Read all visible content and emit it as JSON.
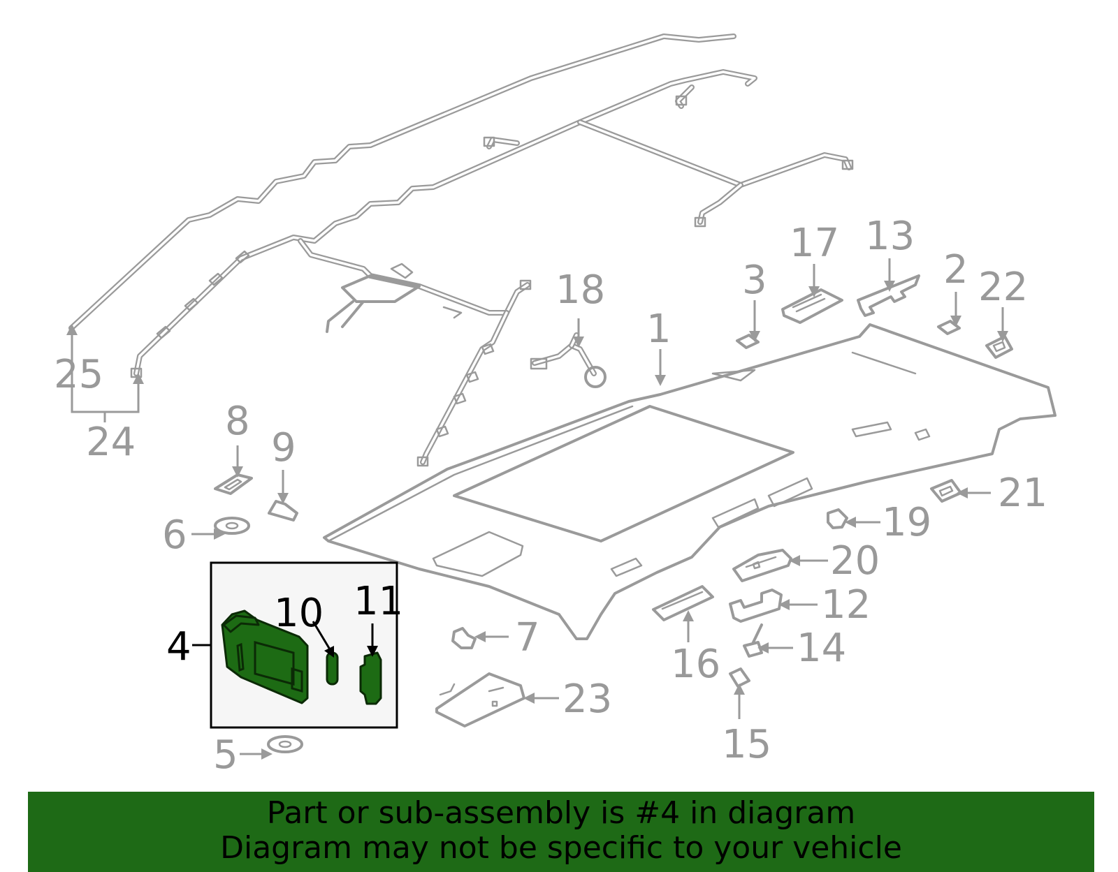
{
  "callouts": {
    "c1": "1",
    "c2": "2",
    "c3": "3",
    "c4": "4",
    "c5": "5",
    "c6": "6",
    "c7": "7",
    "c8": "8",
    "c9": "9",
    "c10": "10",
    "c11": "11",
    "c12": "12",
    "c13": "13",
    "c14": "14",
    "c15": "15",
    "c16": "16",
    "c17": "17",
    "c18": "18",
    "c19": "19",
    "c20": "20",
    "c21": "21",
    "c22": "22",
    "c23": "23",
    "c24": "24",
    "c25": "25"
  },
  "highlighted_part": "4",
  "colors": {
    "highlight": "#1d6b14",
    "banner": "#1e6a16",
    "line_art": "#9a9a9a"
  },
  "banner": {
    "line1": "Part or sub-assembly is #4 in diagram",
    "line2": "Diagram may not be specific to your vehicle"
  }
}
